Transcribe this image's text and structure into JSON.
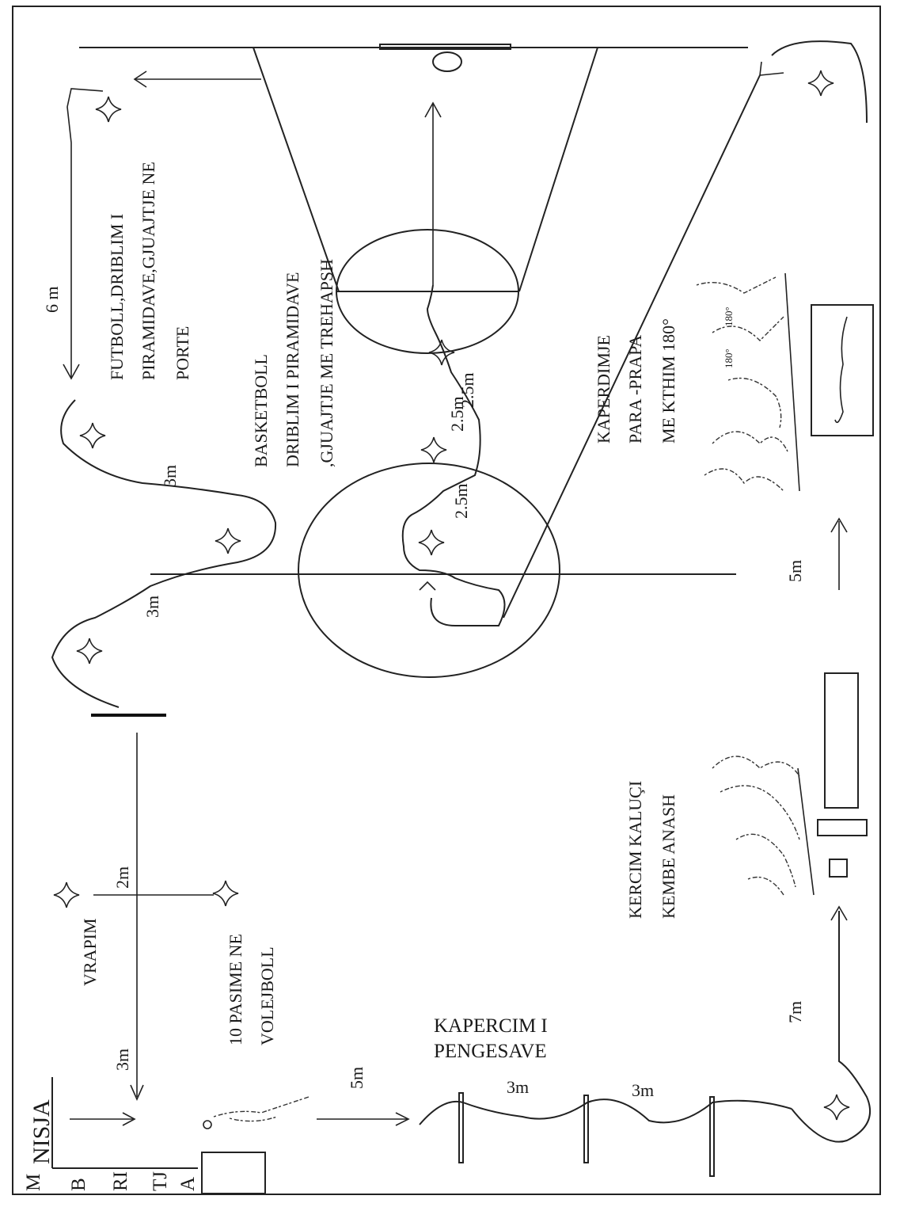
{
  "legend": {
    "letters": [
      "M",
      "B",
      "RI",
      "TJ",
      "A"
    ],
    "start_label": "NISJA"
  },
  "stations": {
    "running": "VRAPIM",
    "volleyball": [
      "10 PASIME NE",
      "VOLEJBOLL"
    ],
    "hurdles": [
      "KAPERCIM I",
      "PENGESAVE"
    ],
    "squat_jump": [
      "KERCIM KALUÇI",
      "KEMBE ANASH"
    ],
    "forward_back": [
      "KAPERDIMJE",
      "PARA -PRAPA",
      "ME KTHIM 180°"
    ],
    "basketball": [
      "BASKETBOLL",
      "DRIBLIM I PIRAMIDAVE",
      ",GJUAJTJE ME TREHAPSH"
    ],
    "football": [
      "FUTBOLL,DRIBLIM I",
      "PIRAMIDAVE,GJUAJTJE NE",
      "PORTE"
    ]
  },
  "distances": {
    "start_3m": "3m",
    "cross_2m": "2m",
    "to_hurdles_5m": "5m",
    "hurdle_gap_1": "3m",
    "hurdle_gap_2": "3m",
    "side_7m": "7m",
    "side_5m": "5m",
    "fb_3m_a": "3m",
    "fb_3m_b": "3m",
    "fb_6m": "6 m",
    "bb_25_a": "2.5m",
    "bb_25_b": "2.5m",
    "bb_25_c": "2.5m"
  },
  "turn_labels": [
    "180°",
    "180°"
  ]
}
